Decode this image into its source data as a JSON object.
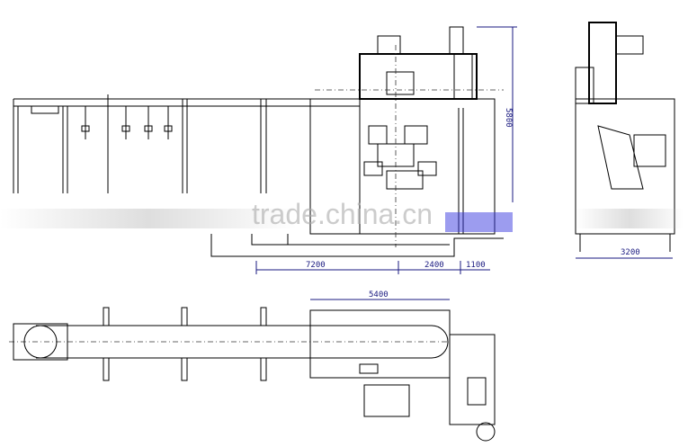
{
  "watermark": "trade.china.cn",
  "dimensions": {
    "side_length_1": "7200",
    "side_length_2": "2400",
    "side_length_3": "1100",
    "height": "5800",
    "end_width": "3200",
    "plan_length": "5400"
  },
  "colors": {
    "line": "#000000",
    "dimension": "#1a1a80"
  }
}
